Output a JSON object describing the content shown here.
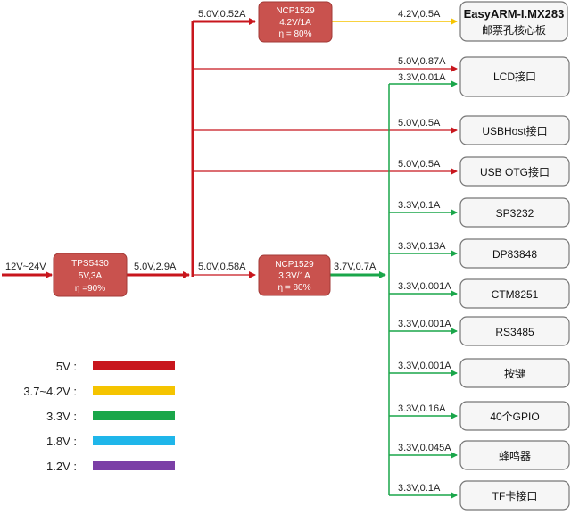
{
  "colors": {
    "v5": "#c8161d",
    "v37": "#f5c400",
    "v33": "#1aa64a",
    "v18": "#1fb6ea",
    "v12": "#7b3fa6",
    "regulator_fill": "#c9524e",
    "box_fill": "#f6f6f6",
    "box_stroke": "#777777"
  },
  "input": {
    "label": "12V~24V"
  },
  "regulators": {
    "tps": {
      "l1": "TPS5430",
      "l2": "5V,3A",
      "l3": "η =90%"
    },
    "ncp_top": {
      "l1": "NCP1529",
      "l2": "4.2V/1A",
      "l3": "η = 80%"
    },
    "ncp_bot": {
      "l1": "NCP1529",
      "l2": "3.3V/1A",
      "l3": "η = 80%"
    }
  },
  "wire_labels": {
    "tps_out": "5.0V,2.9A",
    "to_ncp_top": "5.0V,0.52A",
    "to_ncp_bot": "5.0V,0.58A",
    "ncp_bot_out": "3.7V,0.7A",
    "to_core": "4.2V,0.5A",
    "lcd_5v": "5.0V,0.87A",
    "lcd_33v": "3.3V,0.01A",
    "usbhost": "5.0V,0.5A",
    "usbotg": "5.0V,0.5A",
    "sp3232": "3.3V,0.1A",
    "dp83848": "3.3V,0.13A",
    "ctm8251": "3.3V,0.001A",
    "rs3485": "3.3V,0.001A",
    "keys": "3.3V,0.001A",
    "gpio": "3.3V,0.16A",
    "buzzer": "3.3V,0.045A",
    "tf": "3.3V,0.1A"
  },
  "boxes": {
    "core_l1": "EasyARM-I.MX283",
    "core_l2": "邮票孔核心板",
    "lcd": "LCD接口",
    "usbhost": "USBHost接口",
    "usbotg": "USB OTG接口",
    "sp3232": "SP3232",
    "dp83848": "DP83848",
    "ctm8251": "CTM8251",
    "rs3485": "RS3485",
    "keys": "按键",
    "gpio": "40个GPIO",
    "buzzer": "蜂鸣器",
    "tf": "TF卡接口"
  },
  "legend": [
    {
      "label": "5V  :",
      "color": "#c8161d"
    },
    {
      "label": "3.7~4.2V  :",
      "color": "#f5c400"
    },
    {
      "label": "3.3V  :",
      "color": "#1aa64a"
    },
    {
      "label": "1.8V  :",
      "color": "#1fb6ea"
    },
    {
      "label": "1.2V  :",
      "color": "#7b3fa6"
    }
  ]
}
